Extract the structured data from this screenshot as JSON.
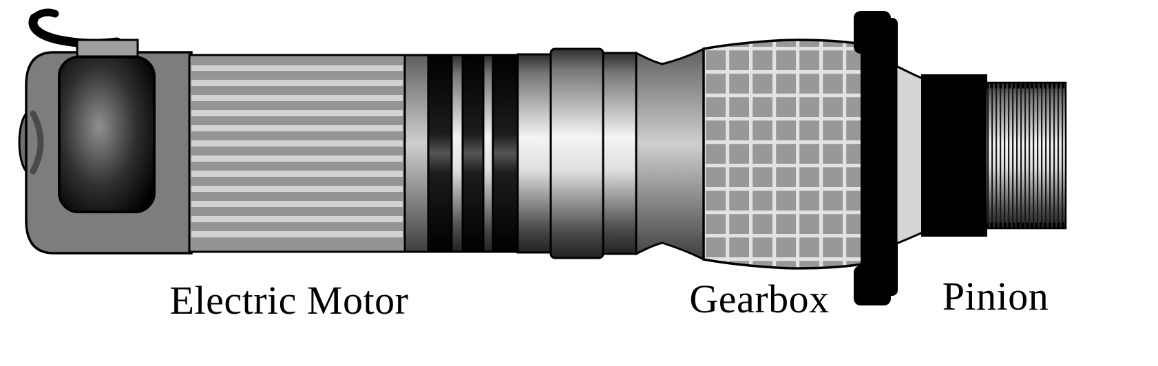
{
  "labels": {
    "electric_motor": "Electric Motor",
    "gearbox": "Gearbox",
    "pinion": "Pinion"
  },
  "parts": [
    "power-wire",
    "end-cap",
    "brush-housing-window",
    "terminal-tab",
    "motor-housing-vents",
    "commutator-rings",
    "drive-shaft-housing",
    "gearbox-housing",
    "mounting-flange",
    "pinion-spline-shaft"
  ],
  "colors": {
    "background": "#ffffff",
    "outline": "#000000",
    "housing_gray": "#8f8f8f",
    "vent_stripe": "#d2d2d2",
    "grid_line": "#e2e2e2",
    "metal_highlight": "#f4f4f4",
    "black_parts": "#000000",
    "flange_ring": "#d6d6d6"
  }
}
